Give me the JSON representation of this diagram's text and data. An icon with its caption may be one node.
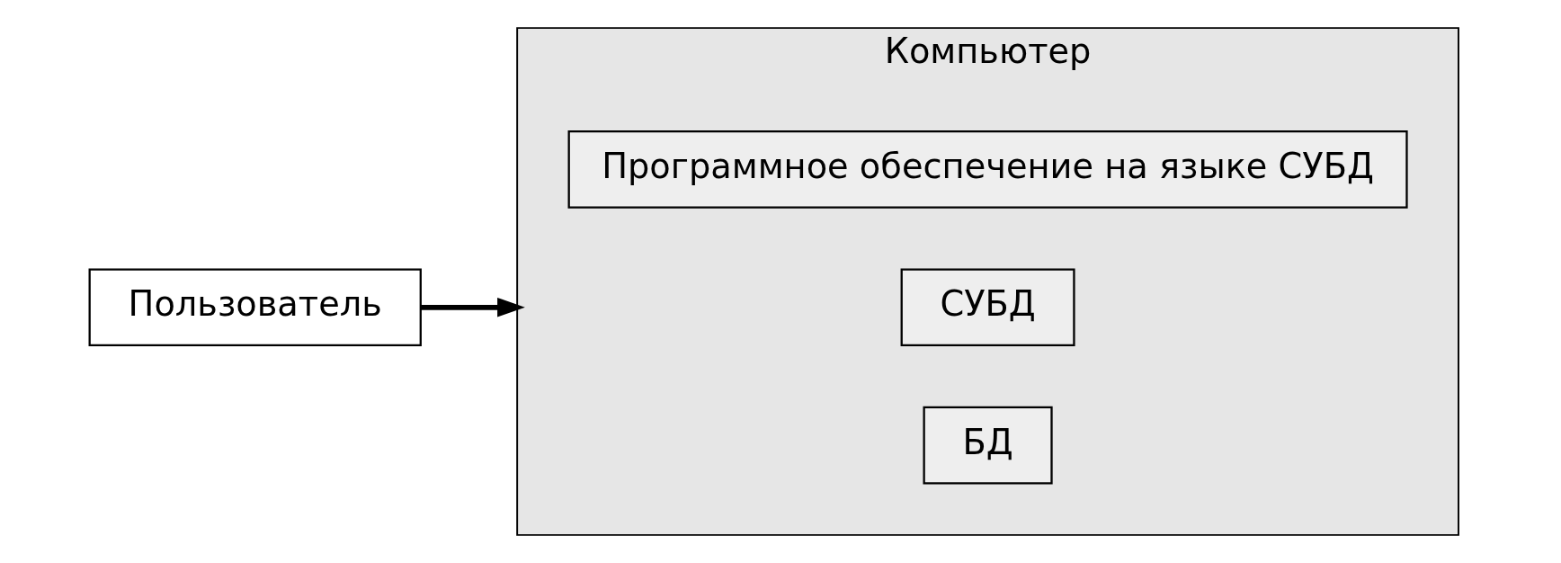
{
  "diagram": {
    "nodes": [
      {
        "text": [
          "Компьютер"
        ]
      },
      {
        "text": [
          "БД"
        ],
        "in": 0
      },
      {
        "text": [
          "СУБД"
        ],
        "in": 0
      },
      {
        "text": [
          "Программное обеспечение на языке СУБД"
        ],
        "in": 0
      },
      {
        "text": [
          "Пользователь"
        ]
      }
    ],
    "edges": [
      {
        "from": 4,
        "to": 0,
        "arrow": "to"
      }
    ]
  }
}
